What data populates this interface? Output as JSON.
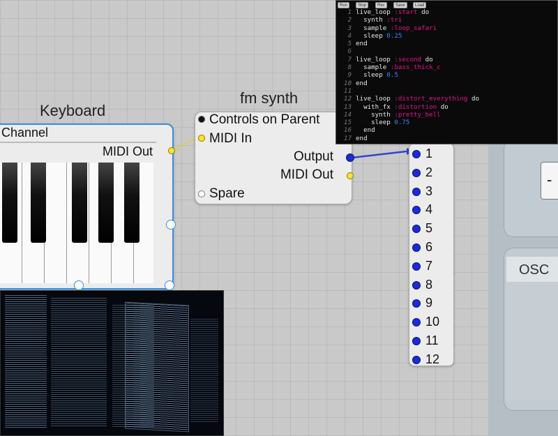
{
  "keyboard": {
    "title": "Keyboard",
    "channel_label": "Channel",
    "midi_out_label": "MIDI Out"
  },
  "fm_synth": {
    "title": "fm synth",
    "ports": {
      "controls": "Controls on Parent",
      "midi_in": "MIDI In",
      "output": "Output",
      "midi_out": "MIDI Out",
      "spare": "Spare"
    }
  },
  "output_channels": [
    "1",
    "2",
    "3",
    "4",
    "5",
    "6",
    "7",
    "8",
    "9",
    "10",
    "11",
    "12"
  ],
  "right_panel": {
    "top_value": "-",
    "osc_label": "OSC"
  },
  "code_editor": {
    "toolbar": [
      "Run",
      "Stop",
      "Rec",
      "Save",
      "Load"
    ],
    "lines": [
      {
        "n": "1",
        "parts": [
          [
            "kw",
            "live_loop "
          ],
          [
            "sym",
            ":start"
          ],
          [
            "kw",
            " do"
          ]
        ]
      },
      {
        "n": "2",
        "parts": [
          [
            "kw",
            "  synth "
          ],
          [
            "sym",
            ":tri"
          ]
        ]
      },
      {
        "n": "3",
        "parts": [
          [
            "kw",
            "  sample "
          ],
          [
            "sym",
            ":loop_safari"
          ]
        ]
      },
      {
        "n": "4",
        "parts": [
          [
            "kw",
            "  sleep "
          ],
          [
            "num-c",
            "0.25"
          ]
        ]
      },
      {
        "n": "5",
        "parts": [
          [
            "kw",
            "end"
          ]
        ]
      },
      {
        "n": "6",
        "parts": []
      },
      {
        "n": "7",
        "parts": [
          [
            "kw",
            "live_loop "
          ],
          [
            "sym",
            ":second"
          ],
          [
            "kw",
            " do"
          ]
        ]
      },
      {
        "n": "8",
        "parts": [
          [
            "kw",
            "  sample "
          ],
          [
            "sym",
            ":bass_thick_c"
          ]
        ]
      },
      {
        "n": "9",
        "parts": [
          [
            "kw",
            "  sleep "
          ],
          [
            "num-c",
            "0.5"
          ]
        ]
      },
      {
        "n": "10",
        "parts": [
          [
            "kw",
            "end"
          ]
        ]
      },
      {
        "n": "11",
        "parts": []
      },
      {
        "n": "12",
        "parts": [
          [
            "kw",
            "live_loop "
          ],
          [
            "sym",
            ":distort_everything"
          ],
          [
            "kw",
            " do"
          ]
        ]
      },
      {
        "n": "13",
        "parts": [
          [
            "kw",
            "  with_fx "
          ],
          [
            "sym",
            ":distortion"
          ],
          [
            "kw",
            " do"
          ]
        ]
      },
      {
        "n": "14",
        "parts": [
          [
            "kw",
            "    synth "
          ],
          [
            "sym",
            ":pretty_bell"
          ]
        ]
      },
      {
        "n": "15",
        "parts": [
          [
            "kw",
            "    sleep "
          ],
          [
            "num-c",
            "0.75"
          ]
        ]
      },
      {
        "n": "16",
        "parts": [
          [
            "kw",
            "  end"
          ]
        ]
      },
      {
        "n": "17",
        "parts": [
          [
            "kw",
            "end"
          ]
        ]
      }
    ]
  },
  "colors": {
    "selection": "#3b8fdc",
    "wire": "#3344cc",
    "port_blue": "#1b2bd9",
    "port_yellow": "#ffe22c",
    "symbol": "#e2158a",
    "number": "#3a86ff"
  }
}
